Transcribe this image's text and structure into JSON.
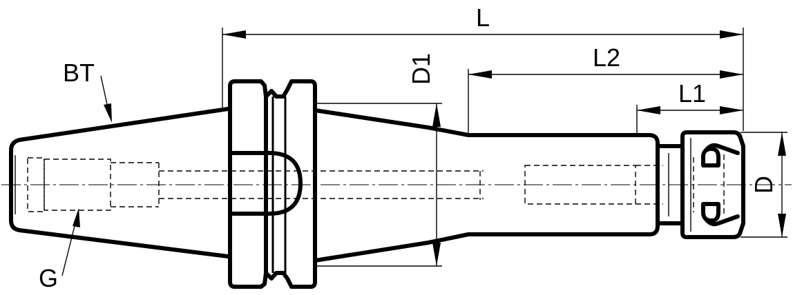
{
  "labels": {
    "overall_length": "L",
    "length_2": "L2",
    "length_1": "L1",
    "diameter_1": "D1",
    "diameter": "D",
    "taper": "BT",
    "thread": "G"
  }
}
